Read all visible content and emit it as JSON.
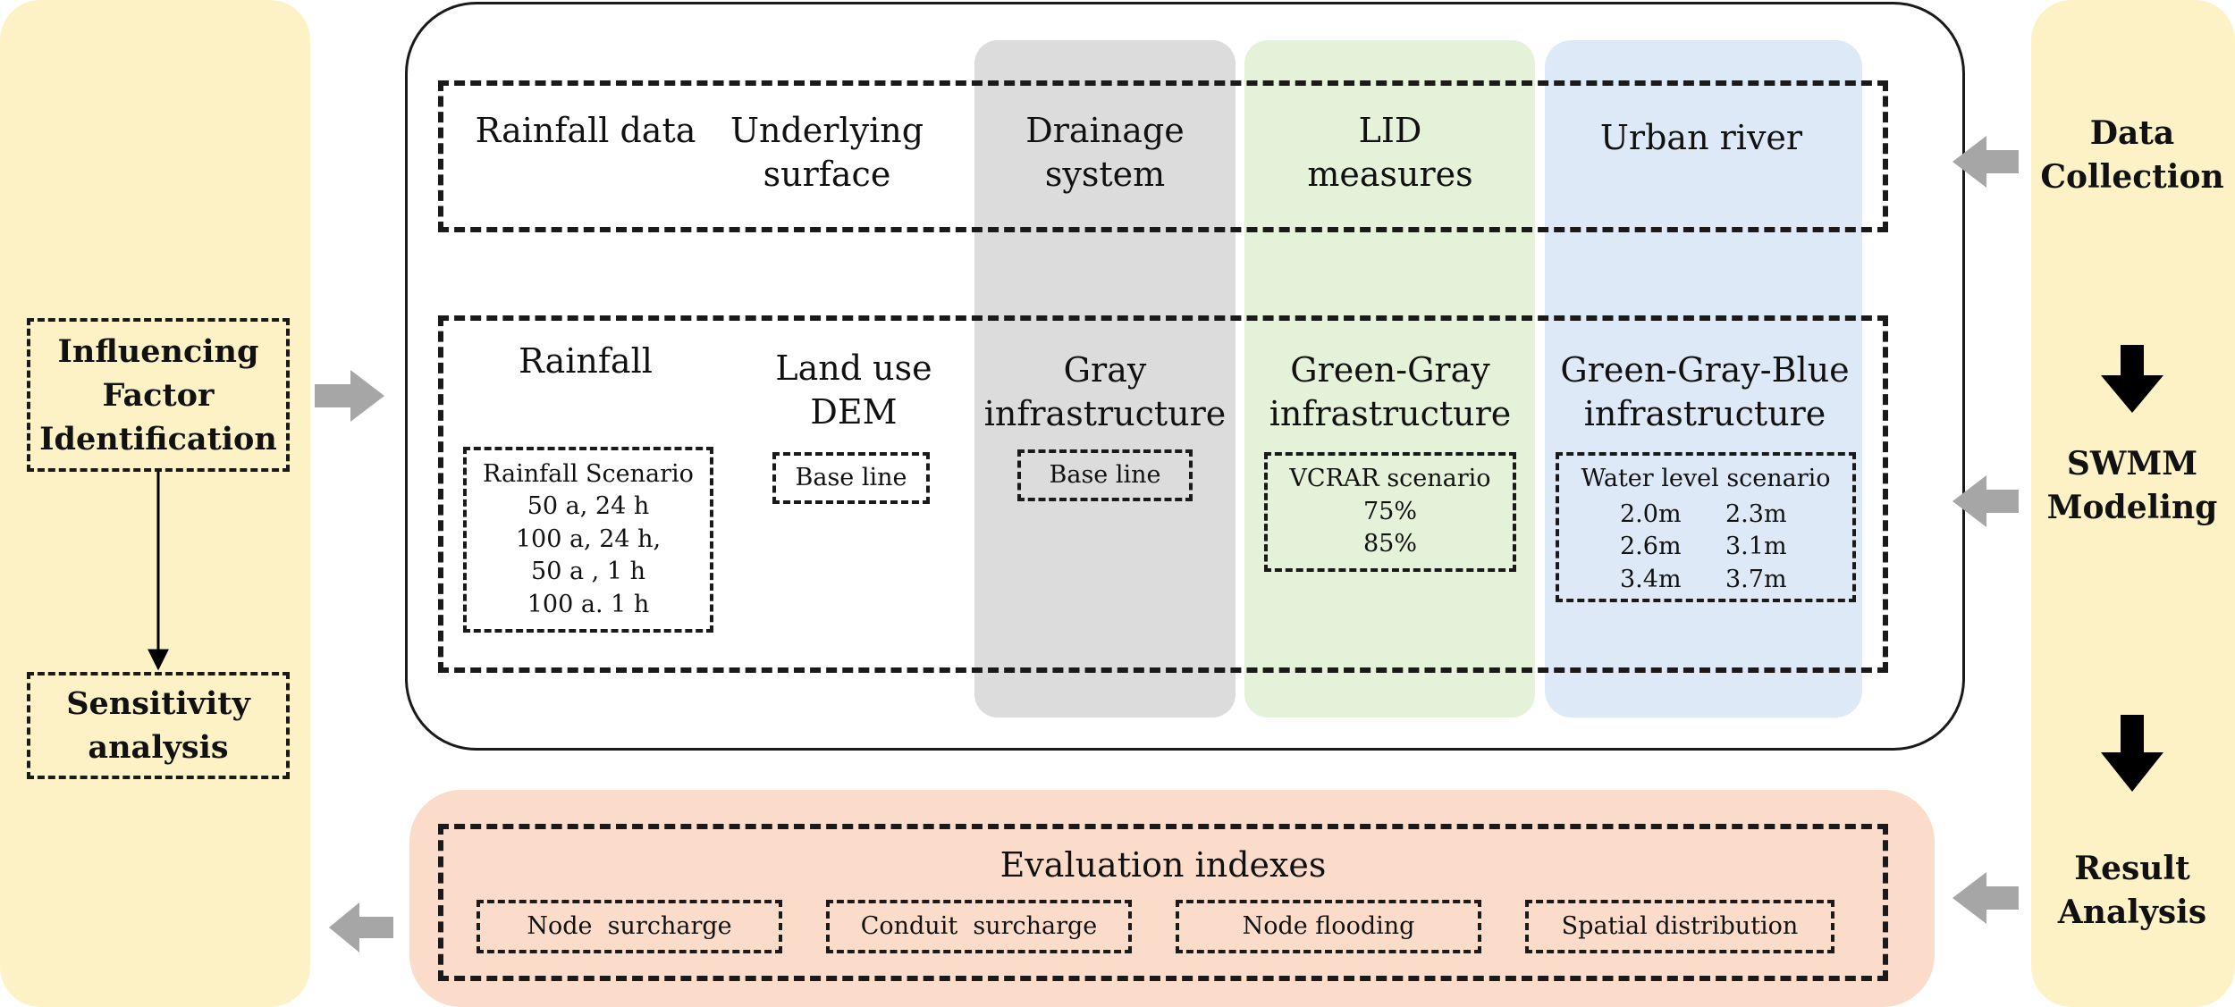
{
  "colors": {
    "side_panel": "#fdf2c6",
    "drainage_column": "#dcdcdc",
    "lid_column": "#e4f2da",
    "river_column": "#dde9f7",
    "evaluation_panel": "#fbdcca",
    "gray_arrow": "#a6a6a6",
    "black_arrow": "#000000"
  },
  "left": {
    "factor_box": "Influencing Factor Identification",
    "sensitivity_box": "Sensitivity analysis"
  },
  "data_row": {
    "rainfall": "Rainfall data",
    "underlying": "Underlying surface",
    "drainage": "Drainage system",
    "lid": "LID measures",
    "river": "Urban river"
  },
  "model_row": {
    "rainfall_title": "Rainfall",
    "rainfall_scenarios": "Rainfall Scenario\n50 a, 24 h\n100 a, 24 h,\n50 a , 1 h\n100 a. 1 h",
    "landuse_title": "Land use\nDEM",
    "landuse_baseline": "Base line",
    "gray_title": "Gray\ninfrastructure",
    "gray_baseline": "Base line",
    "greengray_title": "Green-Gray\ninfrastructure",
    "vcrar_scenarios": "VCRAR scenario\n75%\n85%",
    "blue_title": "Green-Gray-Blue\ninfrastructure",
    "water_level_label": "Water level scenario",
    "water_levels": [
      "2.0m",
      "2.3m",
      "2.6m",
      "3.1m",
      "3.4m",
      "3.7m"
    ]
  },
  "evaluation": {
    "title": "Evaluation indexes",
    "items": [
      "Node  surcharge",
      "Conduit  surcharge",
      "Node flooding",
      "Spatial distribution"
    ]
  },
  "right": {
    "step1": "Data\nCollection",
    "step2": "SWMM\nModeling",
    "step3": "Result\nAnalysis"
  },
  "icons": [
    "arrow-right-icon",
    "arrow-left-icon",
    "arrow-down-icon"
  ]
}
